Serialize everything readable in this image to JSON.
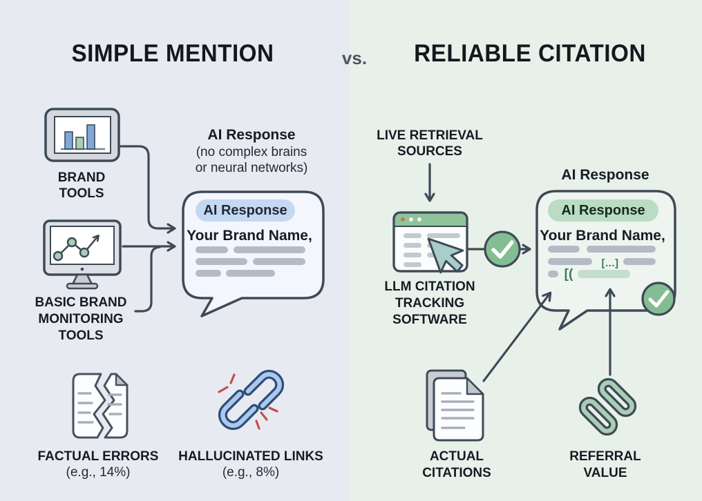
{
  "header": {
    "left_title": "SIMPLE MENTION",
    "separator": "vs.",
    "right_title": "RELIABLE CITATION"
  },
  "left": {
    "brand_tools": [
      "BRAND",
      "TOOLS"
    ],
    "monitoring": [
      "BASIC BRAND",
      "MONITORING",
      "TOOLS"
    ],
    "ai_heading": "AI Response",
    "ai_sub": [
      "(no complex brains",
      "or neural networks)"
    ],
    "bubble": {
      "pill": "AI Response",
      "brand": "Your Brand Name,"
    },
    "factual_errors": {
      "title": "FACTUAL ERRORS",
      "example": "(e.g., 14%)"
    },
    "hallucinated_links": {
      "title": "HALLUCINATED LINKS",
      "example": "(e.g., 8%)"
    }
  },
  "right": {
    "live_retrieval": [
      "LIVE RETRIEVAL",
      "SOURCES"
    ],
    "llm_software": [
      "LLM CITATION",
      "TRACKING",
      "SOFTWARE"
    ],
    "ai_heading": "AI Response",
    "bubble": {
      "pill": "AI Response",
      "brand": "Your Brand Name,",
      "citation_mark": "[...]",
      "citation_open": "[("
    },
    "actual_citations": [
      "ACTUAL",
      "CITATIONS"
    ],
    "referral_value": [
      "REFERRAL",
      "VALUE"
    ]
  },
  "colors": {
    "left_bg": "#e8eaf2",
    "right_bg": "#e7f1ea",
    "outline": "#3e4a56",
    "blue_pill": "#c5d8f2",
    "green_pill": "#b9dcc3",
    "check_green": "#85bd92",
    "bar_gray": "#b5bbc5",
    "link_blue": "#abc8ee",
    "chain_green": "#a9ceb4",
    "spark_red": "#c2504b",
    "citation_green": "#3c7a52"
  }
}
